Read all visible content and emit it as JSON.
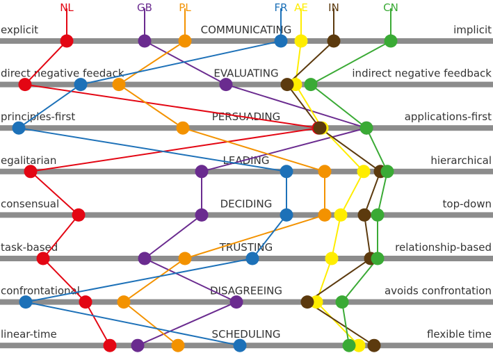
{
  "chart_data": {
    "type": "line",
    "title": "",
    "scales": [
      {
        "name": "COMMUNICATING",
        "left": "explicit",
        "right": "implicit"
      },
      {
        "name": "EVALUATING",
        "left": "direct negative feedack",
        "right": "indirect negative feedback"
      },
      {
        "name": "PERSUADING",
        "left": "principles-first",
        "right": "applications-first"
      },
      {
        "name": "LEADING",
        "left": "egalitarian",
        "right": "hierarchical"
      },
      {
        "name": "DECIDING",
        "left": "consensual",
        "right": "top-down"
      },
      {
        "name": "TRUSTING",
        "left": "task-based",
        "right": "relationship-based"
      },
      {
        "name": "DISAGREEING",
        "left": "confrontational",
        "right": "avoids confrontation"
      },
      {
        "name": "SCHEDULING",
        "left": "linear-time",
        "right": "flexible time"
      }
    ],
    "x_range": [
      0,
      709
    ],
    "series": [
      {
        "name": "NL",
        "color": "#e30613",
        "values": [
          96,
          36,
          458,
          44,
          113,
          62,
          123,
          158
        ]
      },
      {
        "name": "GB",
        "color": "#6a2b8f",
        "values": [
          208,
          325,
          527,
          290,
          290,
          208,
          340,
          198
        ]
      },
      {
        "name": "PL",
        "color": "#f39200",
        "values": [
          266,
          171,
          263,
          467,
          467,
          266,
          178,
          256
        ]
      },
      {
        "name": "FR",
        "color": "#1d71b8",
        "values": [
          404,
          116,
          27,
          412,
          412,
          363,
          37,
          345
        ]
      },
      {
        "name": "AE",
        "color": "#ffed00",
        "values": [
          433,
          425,
          463,
          523,
          490,
          477,
          455,
          516
        ]
      },
      {
        "name": "IN",
        "color": "#5c3a0e",
        "values": [
          480,
          413,
          460,
          547,
          524,
          533,
          442,
          538
        ]
      },
      {
        "name": "CN",
        "color": "#3aaa35",
        "values": [
          562,
          447,
          527,
          557,
          543,
          543,
          492,
          502
        ]
      }
    ]
  }
}
